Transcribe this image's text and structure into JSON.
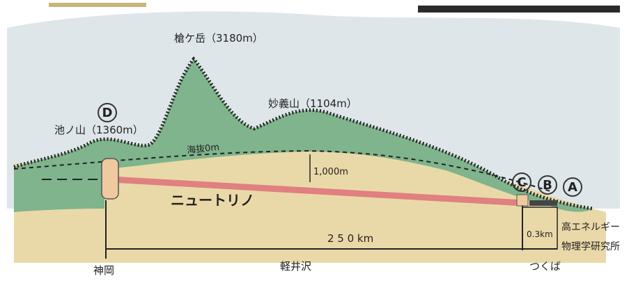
{
  "labels": {
    "peak_main": "槍ケ岳（3180m）",
    "peak_right": "妙義山（1104m）",
    "peak_left": "池ノ山（1360m）",
    "sea_level": "海抜0m",
    "depth": "1,000m",
    "neutrino": "ニュートリノ",
    "distance": "2 5 0 km",
    "depth_right": "0.3km",
    "kek_line1": "高エネルギー",
    "kek_line2": "物理学研究所",
    "place_left": "神岡",
    "place_mid": "軽井沢",
    "place_right": "つくば"
  },
  "markers": {
    "d": "D",
    "c": "C",
    "b": "B",
    "a": "A"
  }
}
